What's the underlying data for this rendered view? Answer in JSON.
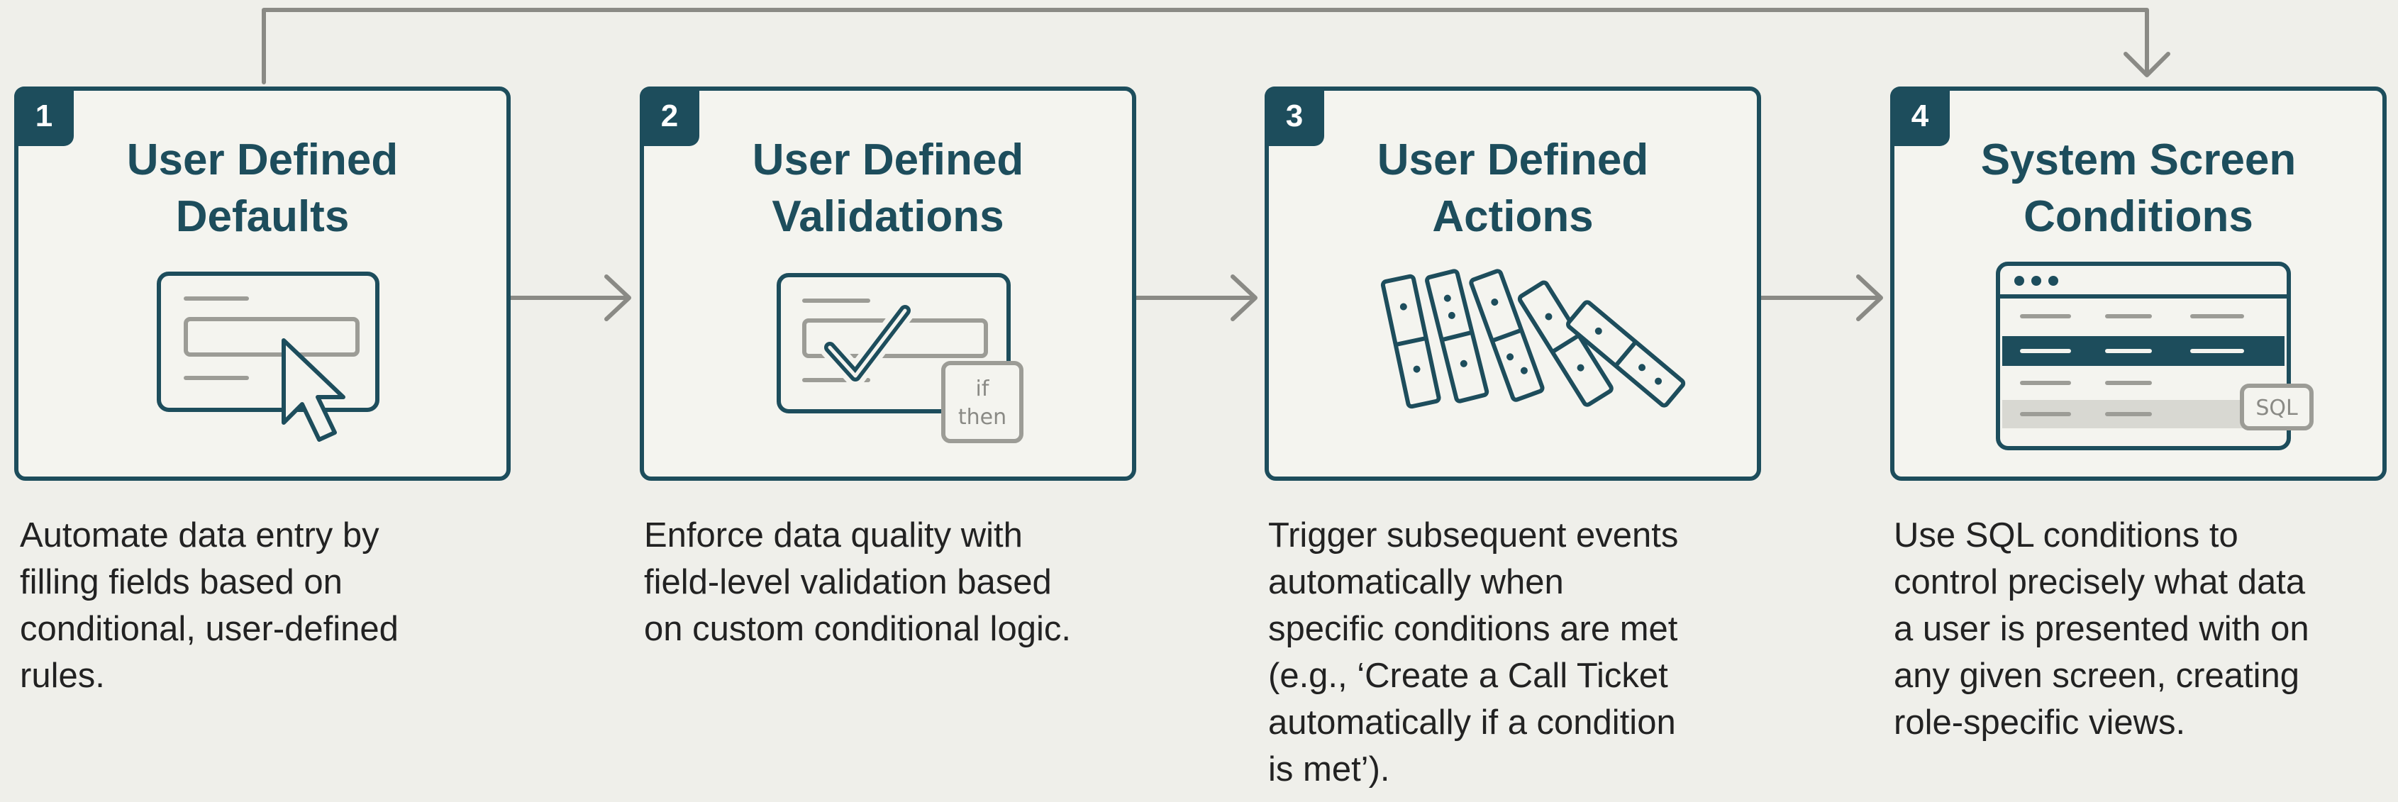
{
  "steps": [
    {
      "number": "1",
      "title_lines": [
        "User Defined",
        "Defaults"
      ],
      "description_lines": [
        "Automate data entry by",
        "filling fields based on",
        "conditional, user-defined",
        "rules."
      ]
    },
    {
      "number": "2",
      "title_lines": [
        "User Defined",
        "Validations"
      ],
      "badge_text": [
        "if",
        "then"
      ],
      "description_lines": [
        "Enforce data quality with",
        "field-level validation based",
        "on custom conditional logic."
      ]
    },
    {
      "number": "3",
      "title_lines": [
        "User Defined",
        "Actions"
      ],
      "description_lines": [
        "Trigger subsequent events",
        "automatically when",
        "specific conditions are met",
        "(e.g., ‘Create a Call Ticket",
        "automatically if a condition",
        "is met’)."
      ]
    },
    {
      "number": "4",
      "title_lines": [
        "System Screen",
        "Conditions"
      ],
      "badge_text": [
        "SQL"
      ],
      "description_lines": [
        "Use SQL conditions to",
        "control precisely what data",
        "a user is presented with on",
        "any given screen, creating",
        "role-specific views."
      ]
    }
  ],
  "colors": {
    "primary": "#1d4d5c",
    "connector": "#8a8a85",
    "background": "#efefea",
    "accent_gray": "#9c9c96"
  }
}
